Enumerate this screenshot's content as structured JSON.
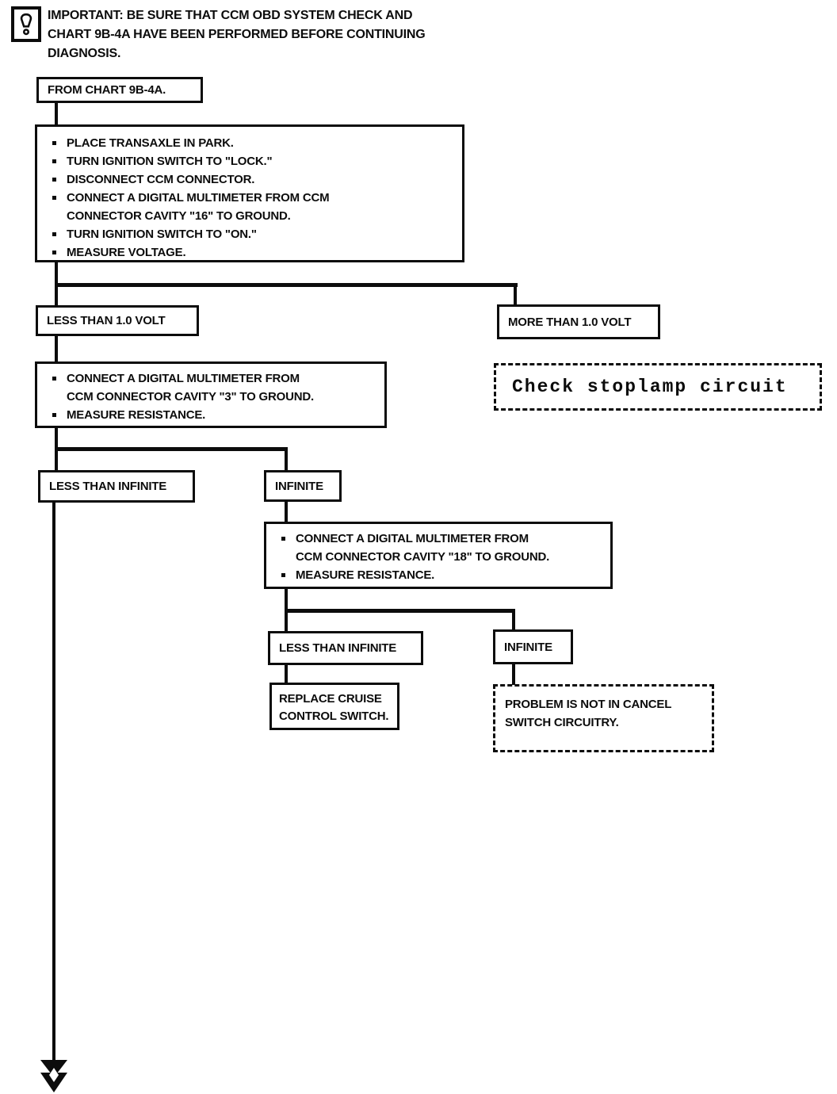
{
  "page": {
    "background": "#ffffff",
    "ink": "#0c0c0c"
  },
  "notice": {
    "icon": "exclamation-icon",
    "text": "IMPORTANT: BE SURE THAT CCM OBD SYSTEM CHECK AND CHART 9B-4A HAVE BEEN PERFORMED BEFORE CONTINUING DIAGNOSIS."
  },
  "flowchart": {
    "start": {
      "label": "FROM CHART 9B-4A."
    },
    "step1": {
      "items": [
        "PLACE TRANSAXLE IN PARK.",
        "TURN IGNITION SWITCH TO \"LOCK.\"",
        "DISCONNECT CCM CONNECTOR.",
        "CONNECT A DIGITAL MULTIMETER FROM CCM CONNECTOR CAVITY \"16\" TO GROUND.",
        "TURN IGNITION SWITCH TO \"ON.\"",
        "MEASURE VOLTAGE."
      ]
    },
    "branch_voltage": {
      "low": "LESS THAN 1.0 VOLT",
      "high": "MORE THAN 1.0 VOLT"
    },
    "stoplamp": {
      "label": "Check stoplamp circuit"
    },
    "step2": {
      "items": [
        "CONNECT A DIGITAL MULTIMETER FROM CCM CONNECTOR CAVITY \"3\" TO GROUND.",
        "MEASURE RESISTANCE."
      ]
    },
    "branch_resistance1": {
      "low": "LESS THAN INFINITE",
      "high": "INFINITE"
    },
    "step3": {
      "items": [
        "CONNECT A DIGITAL MULTIMETER FROM CCM CONNECTOR CAVITY \"18\" TO GROUND.",
        "MEASURE RESISTANCE."
      ]
    },
    "branch_resistance2": {
      "low": "LESS THAN INFINITE",
      "high": "INFINITE"
    },
    "replace": {
      "label": "REPLACE CRUISE CONTROL SWITCH."
    },
    "problem": {
      "label": "PROBLEM IS NOT IN CANCEL SWITCH CIRCUITRY."
    }
  }
}
